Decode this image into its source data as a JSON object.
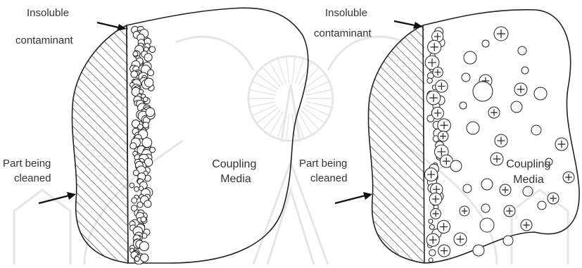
{
  "panels": [
    {
      "id": "before",
      "labels": {
        "contaminant": [
          "Insoluble",
          "contaminant"
        ],
        "part": [
          "Part being",
          "cleaned"
        ],
        "media": [
          "Coupling",
          "Media"
        ]
      }
    },
    {
      "id": "after",
      "labels": {
        "contaminant": [
          "Insoluble",
          "contaminant"
        ],
        "part": [
          "Part being",
          "cleaned"
        ],
        "media": [
          "Coupling",
          "Media"
        ]
      }
    }
  ],
  "colors": {
    "ink": "#222222",
    "label": "#333333",
    "watermark": "#e6e6e6",
    "background": "#ffffff"
  },
  "icons": {
    "particle": "circle",
    "charged-particle": "circle-plus",
    "arrow": "filled-arrow"
  }
}
